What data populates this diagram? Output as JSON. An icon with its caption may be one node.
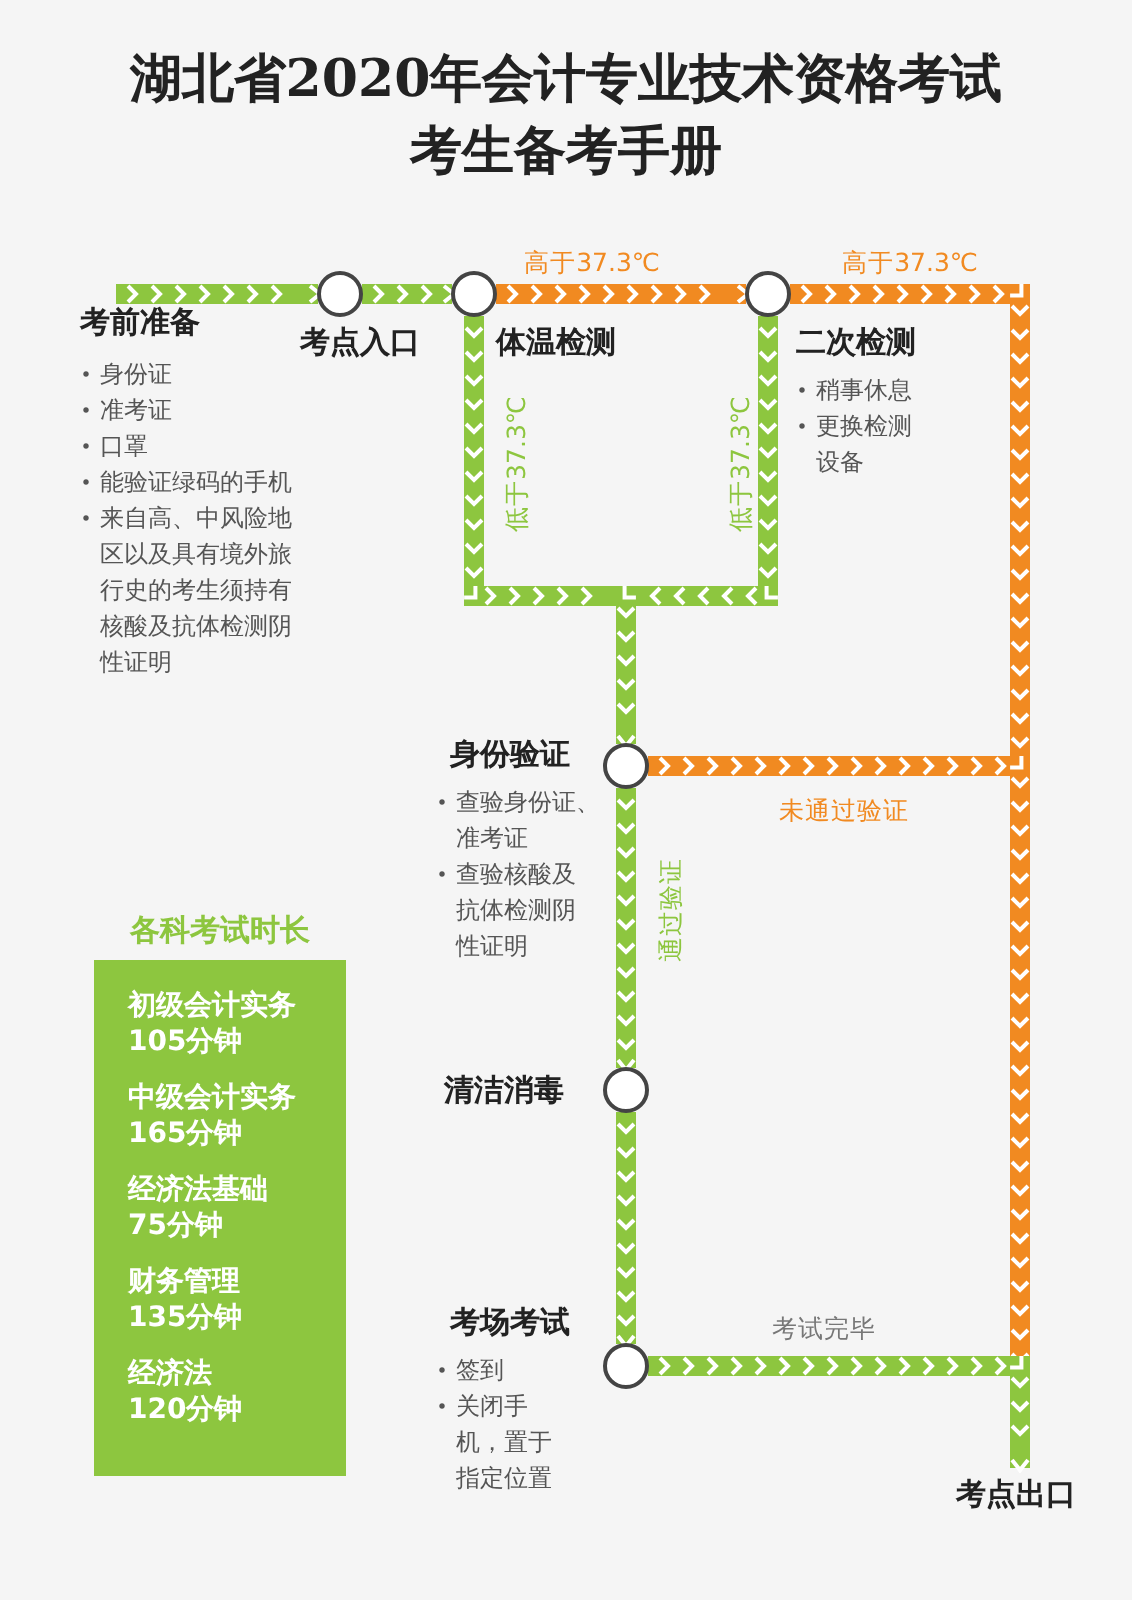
{
  "diagram": {
    "title": "湖北省2020年会计专业技术资格考试考生备考手册",
    "nodes": [
      {
        "text": [
          "考前准备",
          "身份证",
          "准考证",
          "口罩",
          "能验证绿码的手机",
          "来自高、中风险地区以及具有境外旅行史的考生须持有核酸及抗体检测阴性证明"
        ]
      },
      {
        "text": [
          "考点入口"
        ]
      },
      {
        "text": [
          "体温检测"
        ]
      },
      {
        "text": [
          "二次检测",
          "稍事休息",
          "更换检测设备"
        ]
      },
      {
        "text": [
          "身份验证",
          "查验身份证、准考证",
          "查验核酸及抗体检测阴性证明"
        ]
      },
      {
        "text": [
          "清洁消毒"
        ]
      },
      {
        "text": [
          "考场考试",
          "签到",
          "关闭手机，置于指定位置"
        ]
      },
      {
        "text": [
          "考点出口"
        ]
      },
      {
        "text": [
          "各科考试时长",
          "初级会计实务 105分钟",
          "中级会计实务 165分钟",
          "经济法基础 75分钟",
          "财务管理 135分钟",
          "经济法 120分钟"
        ]
      }
    ],
    "edges": [
      {
        "from": 0,
        "to": 1,
        "arrow": "to"
      },
      {
        "from": 1,
        "to": 2,
        "arrow": "to"
      },
      {
        "from": 2,
        "to": 3,
        "arrow": "to",
        "label": "高于37.3℃",
        "color": "#f18a21"
      },
      {
        "from": 3,
        "to": 7,
        "arrow": "to",
        "label": "高于37.3℃",
        "color": "#f18a21"
      },
      {
        "from": 2,
        "to": 4,
        "arrow": "to",
        "label": "低于37.3℃"
      },
      {
        "from": 3,
        "to": 4,
        "arrow": "to",
        "label": "低于37.3℃"
      },
      {
        "from": 4,
        "to": 7,
        "arrow": "to",
        "label": "未通过验证",
        "color": "#f18a21"
      },
      {
        "from": 4,
        "to": 5,
        "arrow": "to",
        "label": "通过验证"
      },
      {
        "from": 5,
        "to": 6,
        "arrow": "to"
      },
      {
        "from": 6,
        "to": 7,
        "arrow": "to",
        "label": "考试完毕"
      }
    ]
  }
}
